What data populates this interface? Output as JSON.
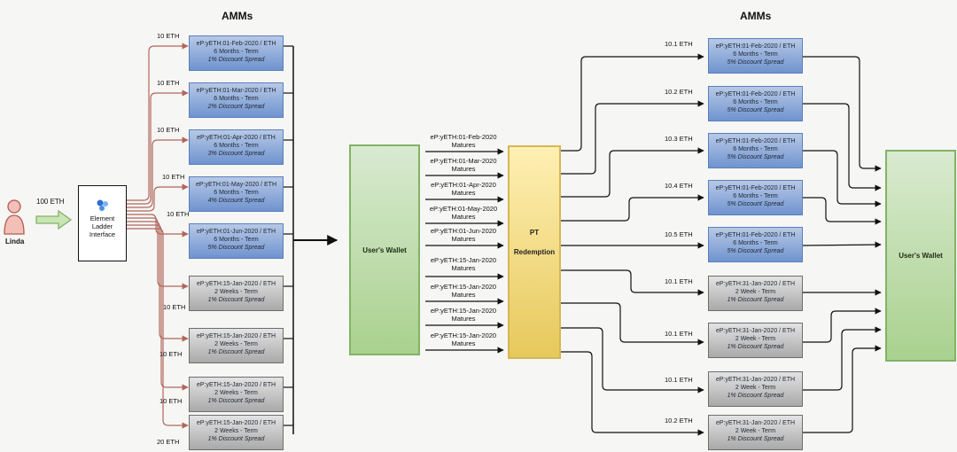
{
  "headers": {
    "amms_left": "AMMs",
    "amms_right": "AMMs"
  },
  "user": {
    "name": "Linda",
    "deposit": "100 ETH"
  },
  "ladder": {
    "line1": "Element",
    "line2": "Ladder",
    "line3": "Interface"
  },
  "left_amms": [
    {
      "title": "eP:yETH:01-Feb-2020 / ETH",
      "term": "6 Months - Term",
      "spread": "1% Discount Spread",
      "amount": "10 ETH"
    },
    {
      "title": "eP:yETH:01-Mar-2020 / ETH",
      "term": "6 Months - Term",
      "spread": "2% Discount Spread",
      "amount": "10 ETH"
    },
    {
      "title": "eP:yETH:01-Apr-2020 / ETH",
      "term": "6 Months - Term",
      "spread": "3% Discount Spread",
      "amount": "10 ETH"
    },
    {
      "title": "eP:yETH:01-May-2020 / ETH",
      "term": "6 Months - Term",
      "spread": "4% Discount Spread",
      "amount": "10 ETH"
    },
    {
      "title": "eP:yETH:01-Jun-2020 / ETH",
      "term": "6 Months - Term",
      "spread": "5% Discount Spread",
      "amount": "10 ETH"
    },
    {
      "title": "eP:yETH:15-Jan-2020 / ETH",
      "term": "2 Weeks - Term",
      "spread": "1% Discount Spread",
      "amount": "10 ETH"
    },
    {
      "title": "eP:yETH:15-Jan-2020 / ETH",
      "term": "2 Weeks - Term",
      "spread": "1% Discount Spread",
      "amount": "10 ETH"
    },
    {
      "title": "eP:yETH:15-Jan-2020 / ETH",
      "term": "2 Weeks - Term",
      "spread": "1% Discount Spread",
      "amount": "10 ETH"
    },
    {
      "title": "eP:yETH:15-Jan-2020 / ETH",
      "term": "2 Weeks - Term",
      "spread": "1% Discount Spread",
      "amount": "20 ETH"
    }
  ],
  "wallet_left": "User's Wallet",
  "matures": [
    {
      "line1": "eP:yETH:01-Feb-2020",
      "line2": "Matures"
    },
    {
      "line1": "eP:yETH:01-Mar-2020",
      "line2": "Matures"
    },
    {
      "line1": "eP:yETH:01-Apr-2020",
      "line2": "Matures"
    },
    {
      "line1": "eP:yETH:01-May-2020",
      "line2": "Matures"
    },
    {
      "line1": "eP:yETH:01-Jun-2020",
      "line2": "Matures"
    },
    {
      "line1": "eP:yETH:15-Jan-2020",
      "line2": "Matures"
    },
    {
      "line1": "eP:yETH:15-Jan-2020",
      "line2": "Matures"
    },
    {
      "line1": "eP:yETH:15-Jan-2020",
      "line2": "Matures"
    },
    {
      "line1": "eP:yETH:15-Jan-2020",
      "line2": "Matures"
    }
  ],
  "redemption": {
    "line1": "PT",
    "line2": "Redemption"
  },
  "right_amms": [
    {
      "title": "eP:yETH:01-Feb-2020 / ETH",
      "term": "6 Months - Term",
      "spread": "5% Discount Spread",
      "amount": "10.1 ETH"
    },
    {
      "title": "eP:yETH:01-Feb-2020 / ETH",
      "term": "6 Months - Term",
      "spread": "5% Discount Spread",
      "amount": "10.2 ETH"
    },
    {
      "title": "eP:yETH:01-Feb-2020 / ETH",
      "term": "6 Months - Term",
      "spread": "5% Discount Spread",
      "amount": "10.3 ETH"
    },
    {
      "title": "eP:yETH:01-Feb-2020 / ETH",
      "term": "6 Months - Term",
      "spread": "5% Discount Spread",
      "amount": "10.4 ETH"
    },
    {
      "title": "eP:yETH:01-Feb-2020 / ETH",
      "term": "6 Months - Term",
      "spread": "5% Discount Spread",
      "amount": "10.5 ETH"
    },
    {
      "title": "eP:yETH:31-Jan-2020 / ETH",
      "term": "2 Week - Term",
      "spread": "1% Discount Spread",
      "amount": "10.1 ETH"
    },
    {
      "title": "eP:yETH:31-Jan-2020 / ETH",
      "term": "2 Week - Term",
      "spread": "1% Discount Spread",
      "amount": "10.1 ETH"
    },
    {
      "title": "eP:yETH:31-Jan-2020 / ETH",
      "term": "2 Week - Term",
      "spread": "1% Discount Spread",
      "amount": "10.1 ETH"
    },
    {
      "title": "eP:yETH:31-Jan-2020 / ETH",
      "term": "2 Week - Term",
      "spread": "1% Discount Spread",
      "amount": "10.2 ETH"
    }
  ],
  "wallet_right": "User's Wallet",
  "colors": {
    "blue_box": "#7a9ad4",
    "gray_box": "#b0b0b0",
    "green_box": "#b9d9a3",
    "yellow_box": "#f0d77a",
    "red_arrow": "#b0665c"
  }
}
